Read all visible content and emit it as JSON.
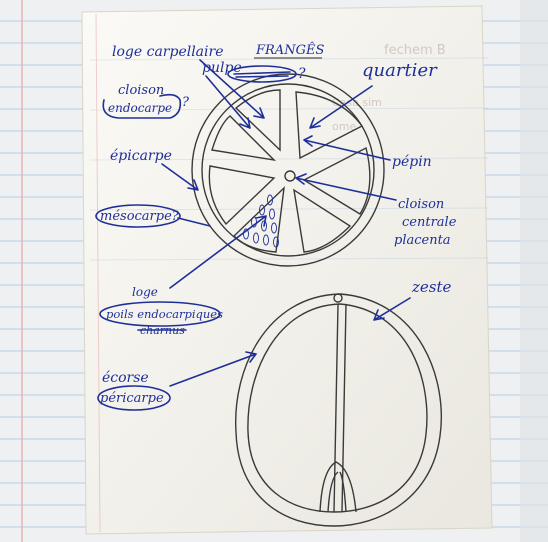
{
  "header": {
    "title": "FRANGÊS",
    "bleed_top_right": "fechem B",
    "bleed_side_a": "Casa sim",
    "bleed_side_b": "ome"
  },
  "labels": {
    "loge_carpellaire": "loge carpellaire",
    "pulpe": "pulpe",
    "question_mark": "?",
    "quartier": "quartier",
    "cloison_endocarpe_1": "cloison",
    "cloison_endocarpe_2": "endocarpe",
    "epicarpe": "épicarpe",
    "pepin": "pépin",
    "cloison_centrale_1": "cloison",
    "cloison_centrale_2": "centrale",
    "placenta": "placenta",
    "mesocarpe": "mésocarpe?",
    "zeste": "zeste",
    "loge": "loge",
    "poils_endocarpiques": "poils endocarpiques",
    "charnus": "charnus",
    "ecorce": "écorse",
    "pericarpe": "péricarpe"
  },
  "colors": {
    "ink": "#1f2f9a",
    "pencil": "#3a3a3a",
    "paper": "#f6f4ee",
    "notebook_line": "#b7cbe6",
    "margin_line": "#e6a7a7"
  }
}
